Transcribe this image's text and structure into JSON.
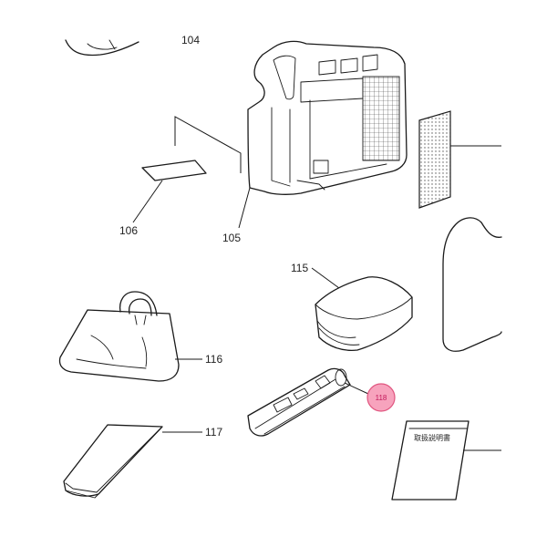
{
  "parts": {
    "p104": "104",
    "p105": "105",
    "p106": "106",
    "p115": "115",
    "p116": "116",
    "p117": "117",
    "p118": "118"
  },
  "manual": {
    "title": "取扱説明書"
  },
  "colors": {
    "line": "#1a1a1a",
    "highlight_fill": "#f7a3bd",
    "highlight_stroke": "#e0557f",
    "highlight_text": "#c2185b"
  }
}
